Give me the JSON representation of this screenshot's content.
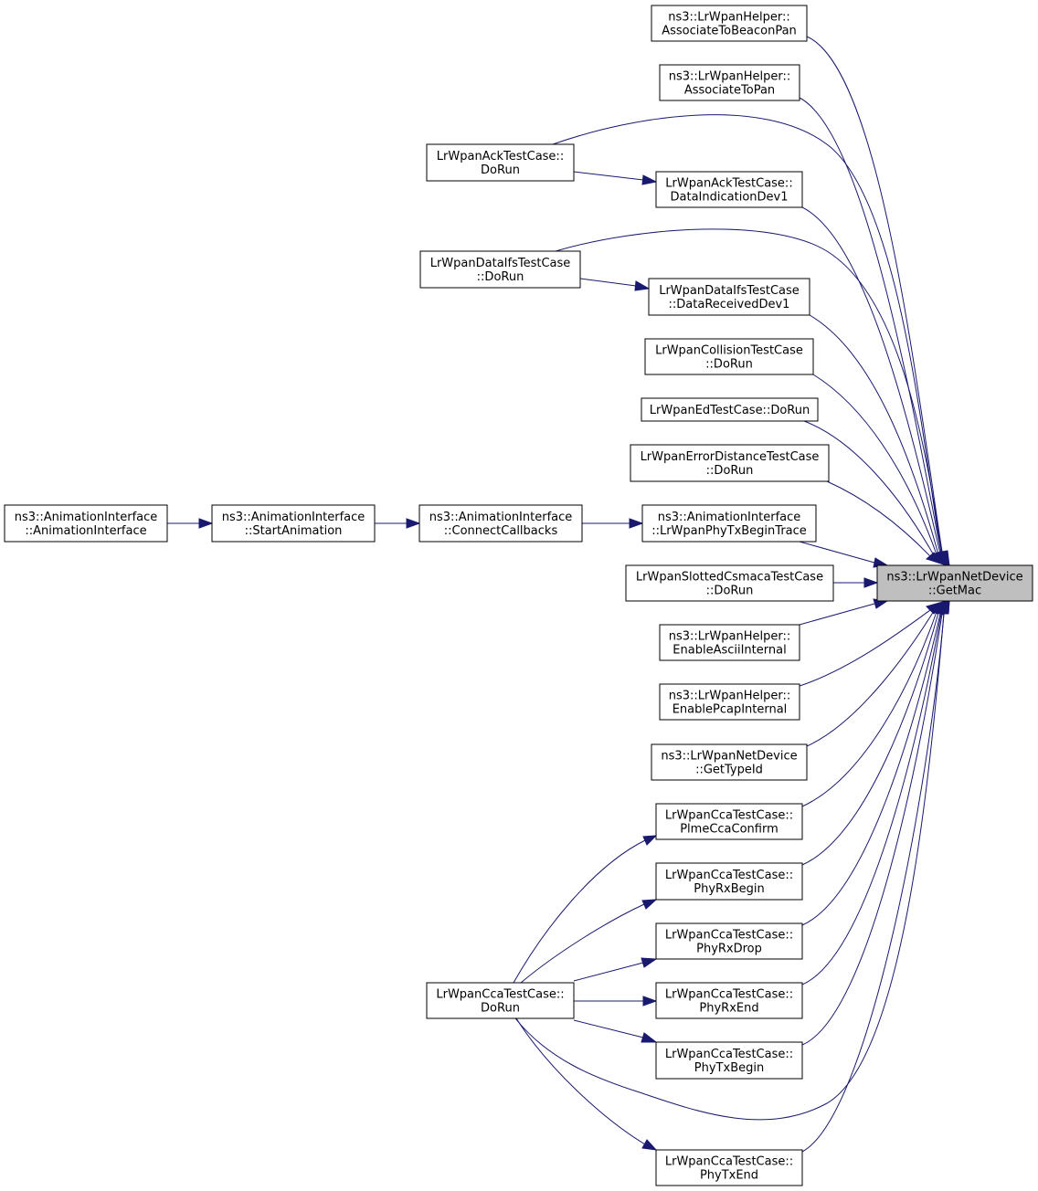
{
  "nodes": {
    "getmac": [
      "ns3::LrWpanNetDevice",
      "::GetMac"
    ],
    "assoc_beacon": [
      "ns3::LrWpanHelper::",
      "AssociateToBeaconPan"
    ],
    "assoc_pan": [
      "ns3::LrWpanHelper::",
      "AssociateToPan"
    ],
    "ack_dorun": [
      "LrWpanAckTestCase::",
      "DoRun"
    ],
    "ack_dataind": [
      "LrWpanAckTestCase::",
      "DataIndicationDev1"
    ],
    "ifs_dorun": [
      "LrWpanDataIfsTestCase",
      "::DoRun"
    ],
    "ifs_datarecv": [
      "LrWpanDataIfsTestCase",
      "::DataReceivedDev1"
    ],
    "collision_dorun": [
      "LrWpanCollisionTestCase",
      "::DoRun"
    ],
    "ed_dorun": [
      "LrWpanEdTestCase::DoRun"
    ],
    "errdist_dorun": [
      "LrWpanErrorDistanceTestCase",
      "::DoRun"
    ],
    "anim_ctor": [
      "ns3::AnimationInterface",
      "::AnimationInterface"
    ],
    "anim_start": [
      "ns3::AnimationInterface",
      "::StartAnimation"
    ],
    "anim_connect": [
      "ns3::AnimationInterface",
      "::ConnectCallbacks"
    ],
    "anim_phytx": [
      "ns3::AnimationInterface",
      "::LrWpanPhyTxBeginTrace"
    ],
    "slotted_dorun": [
      "LrWpanSlottedCsmacaTestCase",
      "::DoRun"
    ],
    "ascii": [
      "ns3::LrWpanHelper::",
      "EnableAsciiInternal"
    ],
    "pcap": [
      "ns3::LrWpanHelper::",
      "EnablePcapInternal"
    ],
    "typeid": [
      "ns3::LrWpanNetDevice",
      "::GetTypeId"
    ],
    "cca_plme": [
      "LrWpanCcaTestCase::",
      "PlmeCcaConfirm"
    ],
    "cca_rxbegin": [
      "LrWpanCcaTestCase::",
      "PhyRxBegin"
    ],
    "cca_rxdrop": [
      "LrWpanCcaTestCase::",
      "PhyRxDrop"
    ],
    "cca_rxend": [
      "LrWpanCcaTestCase::",
      "PhyRxEnd"
    ],
    "cca_txbegin": [
      "LrWpanCcaTestCase::",
      "PhyTxBegin"
    ],
    "cca_dorun": [
      "LrWpanCcaTestCase::",
      "DoRun"
    ],
    "cca_txend": [
      "LrWpanCcaTestCase::",
      "PhyTxEnd"
    ]
  },
  "edges": [
    [
      "assoc_beacon",
      "getmac"
    ],
    [
      "assoc_pan",
      "getmac"
    ],
    [
      "ack_dorun",
      "getmac"
    ],
    [
      "ack_dorun",
      "ack_dataind"
    ],
    [
      "ack_dataind",
      "getmac"
    ],
    [
      "ifs_dorun",
      "getmac"
    ],
    [
      "ifs_dorun",
      "ifs_datarecv"
    ],
    [
      "ifs_datarecv",
      "getmac"
    ],
    [
      "collision_dorun",
      "getmac"
    ],
    [
      "ed_dorun",
      "getmac"
    ],
    [
      "errdist_dorun",
      "getmac"
    ],
    [
      "anim_ctor",
      "anim_start"
    ],
    [
      "anim_start",
      "anim_connect"
    ],
    [
      "anim_connect",
      "anim_phytx"
    ],
    [
      "anim_phytx",
      "getmac"
    ],
    [
      "slotted_dorun",
      "getmac"
    ],
    [
      "ascii",
      "getmac"
    ],
    [
      "pcap",
      "getmac"
    ],
    [
      "typeid",
      "getmac"
    ],
    [
      "cca_plme",
      "getmac"
    ],
    [
      "cca_rxbegin",
      "getmac"
    ],
    [
      "cca_rxdrop",
      "getmac"
    ],
    [
      "cca_rxend",
      "getmac"
    ],
    [
      "cca_txbegin",
      "getmac"
    ],
    [
      "cca_txend",
      "getmac"
    ],
    [
      "cca_dorun",
      "getmac"
    ],
    [
      "cca_dorun",
      "cca_plme"
    ],
    [
      "cca_dorun",
      "cca_rxbegin"
    ],
    [
      "cca_dorun",
      "cca_rxdrop"
    ],
    [
      "cca_dorun",
      "cca_rxend"
    ],
    [
      "cca_dorun",
      "cca_txbegin"
    ],
    [
      "cca_dorun",
      "cca_txend"
    ]
  ],
  "focus_node": "getmac",
  "colors": {
    "edge": "#191970",
    "focus_fill": "#bfbfbf",
    "node_fill": "#ffffff"
  }
}
